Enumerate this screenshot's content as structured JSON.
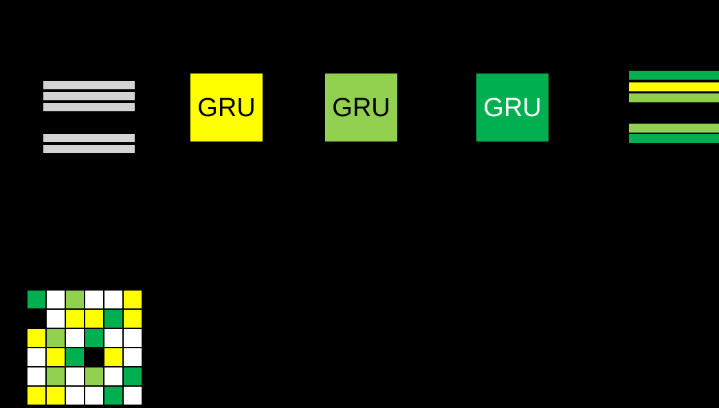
{
  "figure": {
    "background": "#000000"
  },
  "palette": {
    "yellow": "#FFFF00",
    "light_green": "#92D050",
    "dark_green": "#00B050",
    "white": "#FFFFFF",
    "gray": "#D3D3D3",
    "black": "#000000"
  },
  "input_bars": {
    "color_key": "gray",
    "groups": [
      3,
      2
    ]
  },
  "gru_blocks": [
    {
      "label": "GRU",
      "fill_key": "yellow",
      "text_key": "black"
    },
    {
      "label": "GRU",
      "fill_key": "light_green",
      "text_key": "black"
    },
    {
      "label": "GRU",
      "fill_key": "dark_green",
      "text_key": "white"
    }
  ],
  "output_stripes": {
    "groups": [
      3,
      2
    ],
    "color_keys": [
      "dark_green",
      "yellow",
      "light_green",
      "light_green",
      "dark_green"
    ]
  },
  "matrix": {
    "rows": 6,
    "cols": 6,
    "cell_color_keys": [
      [
        "dark_green",
        "white",
        "light_green",
        "white",
        "white",
        "yellow"
      ],
      [
        "black",
        "white",
        "yellow",
        "yellow",
        "dark_green",
        "yellow"
      ],
      [
        "yellow",
        "light_green",
        "white",
        "dark_green",
        "white",
        "white"
      ],
      [
        "white",
        "yellow",
        "dark_green",
        "black",
        "yellow",
        "white"
      ],
      [
        "white",
        "light_green",
        "white",
        "light_green",
        "white",
        "dark_green"
      ],
      [
        "yellow",
        "yellow",
        "white",
        "white",
        "dark_green",
        "white"
      ]
    ]
  }
}
